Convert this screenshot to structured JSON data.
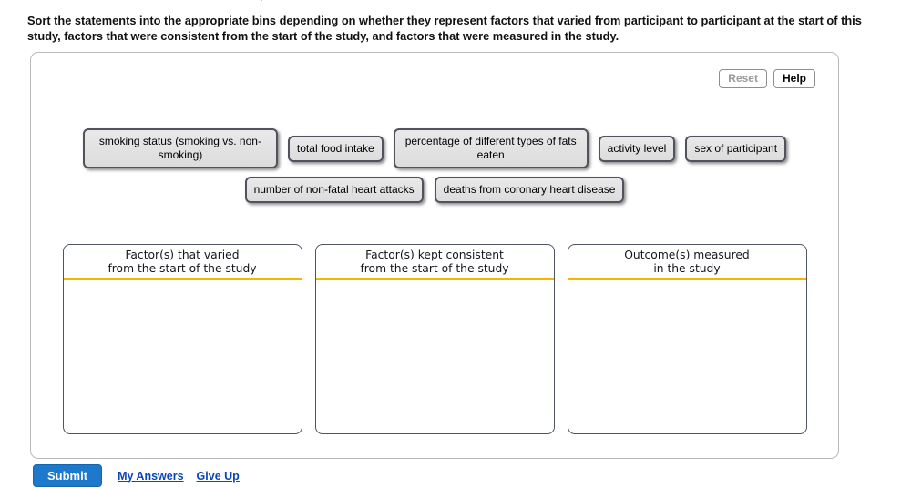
{
  "instructions": {
    "text": "Sort the statements into the appropriate bins depending on whether they represent factors that varied from participant to participant at the start of this study, factors that were consistent from the start of the study, and factors that were measured in the study."
  },
  "toolbar": {
    "reset_label": "Reset",
    "help_label": "Help"
  },
  "chips": {
    "row1": [
      "smoking status (smoking vs. non-smoking)",
      "total food intake",
      "percentage of different types of fats eaten",
      "activity level",
      "sex of participant"
    ],
    "row2": [
      "number of non-fatal heart attacks",
      "deaths from coronary heart disease"
    ]
  },
  "bins": [
    {
      "title_line1": "Factor(s) that varied",
      "title_line2": "from the start of the study"
    },
    {
      "title_line1": "Factor(s) kept consistent",
      "title_line2": "from the start of the study"
    },
    {
      "title_line1": "Outcome(s) measured",
      "title_line2": "in the study"
    }
  ],
  "footer": {
    "submit_label": "Submit",
    "my_answers_label": "My Answers",
    "give_up_label": "Give Up"
  },
  "colors": {
    "bin_underline_yellow": "#F2B800",
    "submit_blue": "#1D79CC",
    "link_blue": "#0B45B8",
    "chip_background": "#E2E2E2",
    "chip_border": "#50525C"
  }
}
